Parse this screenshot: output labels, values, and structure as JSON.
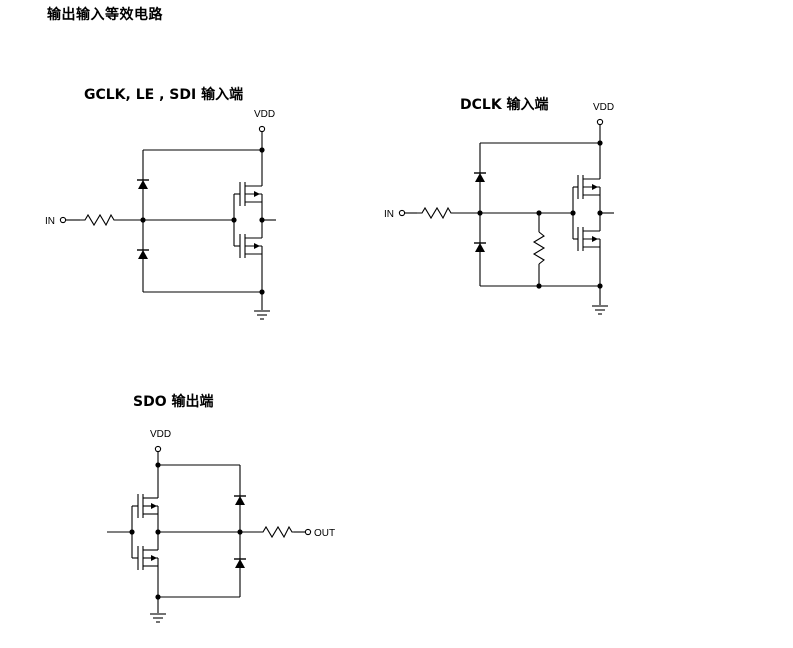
{
  "page": {
    "title": "输出输入等效电路"
  },
  "circuits": [
    {
      "id": "gclk",
      "title": "GCLK,   LE , SDI 输入端",
      "labels": {
        "supply": "VDD",
        "input": "IN"
      }
    },
    {
      "id": "dclk",
      "title": "DCLK 输入端",
      "labels": {
        "supply": "VDD",
        "input": "IN"
      }
    },
    {
      "id": "sdo",
      "title": "SDO 输出端",
      "labels": {
        "supply": "VDD",
        "output": "OUT"
      }
    }
  ]
}
